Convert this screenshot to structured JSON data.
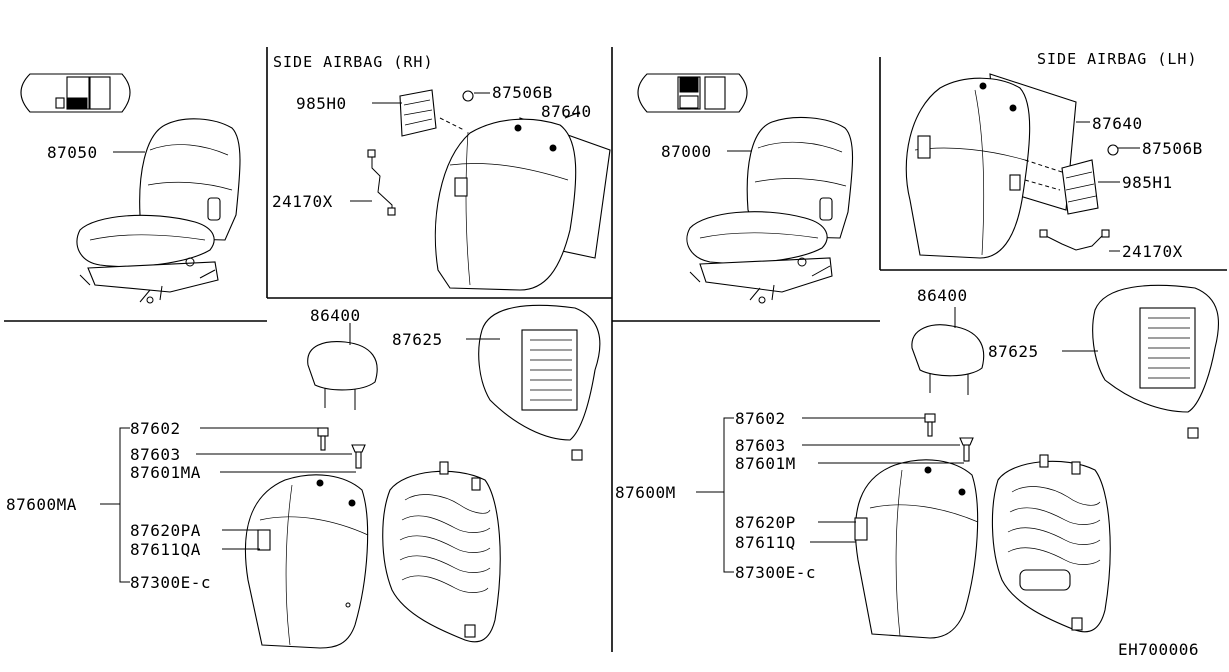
{
  "diagram_id": "EH700006",
  "sections": {
    "airbag_rh": {
      "title": "SIDE AIRBAG (RH)"
    },
    "airbag_lh": {
      "title": "SIDE AIRBAG (LH)"
    }
  },
  "labels": {
    "p87050": "87050",
    "p87000": "87000",
    "p985H0": "985H0",
    "p87506B_rh": "87506B",
    "p87640_rh": "87640",
    "p24170X_rh": "24170X",
    "p87640_lh": "87640",
    "p87506B_lh": "87506B",
    "p985H1": "985H1",
    "p24170X_lh": "24170X",
    "p86400_rh": "86400",
    "p87625_rh": "87625",
    "p87602_rh": "87602",
    "p87603_rh": "87603",
    "p87601MA": "87601MA",
    "p87600MA": "87600MA",
    "p87620PA": "87620PA",
    "p87611QA": "87611QA",
    "p87300E_rh": "87300E-c",
    "p86400_lh": "86400",
    "p87625_lh": "87625",
    "p87602_lh": "87602",
    "p87603_lh": "87603",
    "p87601M": "87601M",
    "p87600M": "87600M",
    "p87620P": "87620P",
    "p87611Q": "87611Q",
    "p87300E_lh": "87300E-c"
  }
}
